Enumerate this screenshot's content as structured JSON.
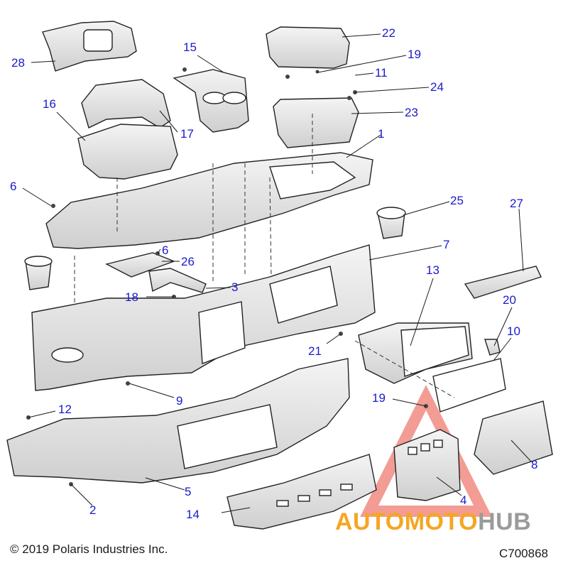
{
  "diagram": {
    "callouts": [
      {
        "label": "1"
      },
      {
        "label": "2"
      },
      {
        "label": "3"
      },
      {
        "label": "4"
      },
      {
        "label": "5"
      },
      {
        "label": "6"
      },
      {
        "label": "6"
      },
      {
        "label": "7"
      },
      {
        "label": "8"
      },
      {
        "label": "9"
      },
      {
        "label": "10"
      },
      {
        "label": "11"
      },
      {
        "label": "12"
      },
      {
        "label": "13"
      },
      {
        "label": "14"
      },
      {
        "label": "15"
      },
      {
        "label": "16"
      },
      {
        "label": "17"
      },
      {
        "label": "18"
      },
      {
        "label": "19"
      },
      {
        "label": "19"
      },
      {
        "label": "20"
      },
      {
        "label": "21"
      },
      {
        "label": "22"
      },
      {
        "label": "23"
      },
      {
        "label": "24"
      },
      {
        "label": "25"
      },
      {
        "label": "26"
      },
      {
        "label": "27"
      },
      {
        "label": "28"
      }
    ],
    "callout_color": "#1a1acc",
    "line_color": "#222222"
  },
  "footer": {
    "copyright": "© 2019 Polaris Industries Inc.",
    "code": "C700868"
  },
  "watermark": {
    "part1": "AUTOMOTO",
    "part2": "HUB",
    "color_orange": "#f5a623",
    "color_gray": "#9b9b9b"
  }
}
